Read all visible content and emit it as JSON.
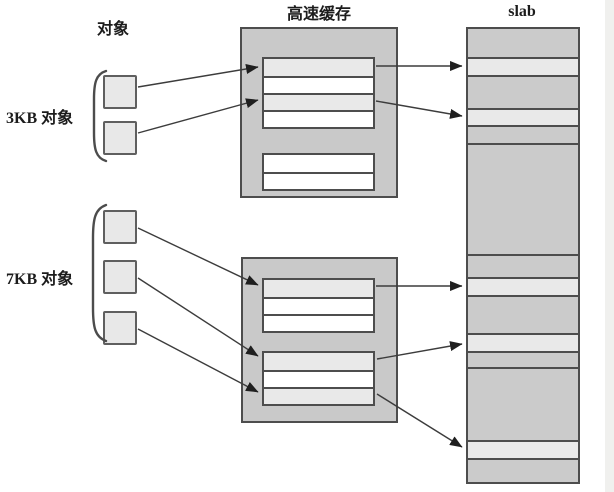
{
  "labels": {
    "objects_header": "对象",
    "cache_header": "高速缓存",
    "slab_header": "slab",
    "group_3kb": "3KB 对象",
    "group_7kb": "7KB 对象"
  },
  "colors": {
    "box_fill": "#c9c9c9",
    "band_gray": "#cbcbcb",
    "band_light": "#e9e9e9",
    "square_fill": "#e8e8e8",
    "border": "#4d4d4d",
    "arrow": "#2a2a2a"
  },
  "object_groups": [
    {
      "id": "3kb",
      "label": "3KB 对象",
      "square_count": 2
    },
    {
      "id": "7kb",
      "label": "7KB 对象",
      "square_count": 3
    }
  ],
  "caches": [
    {
      "slabs": [
        {
          "rows": [
            "light",
            "white",
            "light",
            "white"
          ]
        },
        {
          "rows": [
            "white",
            "white"
          ]
        }
      ]
    },
    {
      "slabs": [
        {
          "rows": [
            "light",
            "white",
            "white"
          ]
        },
        {
          "rows": [
            "light",
            "white",
            "light"
          ]
        }
      ]
    }
  ],
  "slab": {
    "bands": [
      {
        "tone": "gray",
        "h": 28
      },
      {
        "tone": "light",
        "h": 18
      },
      {
        "tone": "gray",
        "h": 33
      },
      {
        "tone": "light",
        "h": 17
      },
      {
        "tone": "gray",
        "h": 18
      },
      {
        "tone": "gray",
        "h": 111
      },
      {
        "tone": "gray",
        "h": 23
      },
      {
        "tone": "light",
        "h": 18
      },
      {
        "tone": "gray",
        "h": 38
      },
      {
        "tone": "light",
        "h": 18
      },
      {
        "tone": "gray",
        "h": 16
      },
      {
        "tone": "gray",
        "h": 73
      },
      {
        "tone": "light",
        "h": 18
      },
      {
        "tone": "gray",
        "h": 24
      }
    ]
  },
  "connections": [
    {
      "from": "3kb-object-1",
      "to": "cache-1-slab-1-row-1"
    },
    {
      "from": "3kb-object-2",
      "to": "cache-1-slab-1-row-3"
    },
    {
      "from": "cache-1-slab-1-row-1",
      "to": "slab-band-2"
    },
    {
      "from": "cache-1-slab-1-row-3",
      "to": "slab-band-4"
    },
    {
      "from": "7kb-object-1",
      "to": "cache-2-slab-1-row-1"
    },
    {
      "from": "7kb-object-2",
      "to": "cache-2-slab-2-row-1"
    },
    {
      "from": "7kb-object-3",
      "to": "cache-2-slab-2-row-3"
    },
    {
      "from": "cache-2-slab-1-row-1",
      "to": "slab-band-8"
    },
    {
      "from": "cache-2-slab-2-row-1",
      "to": "slab-band-10"
    },
    {
      "from": "cache-2-slab-2-row-3",
      "to": "slab-band-13"
    }
  ]
}
